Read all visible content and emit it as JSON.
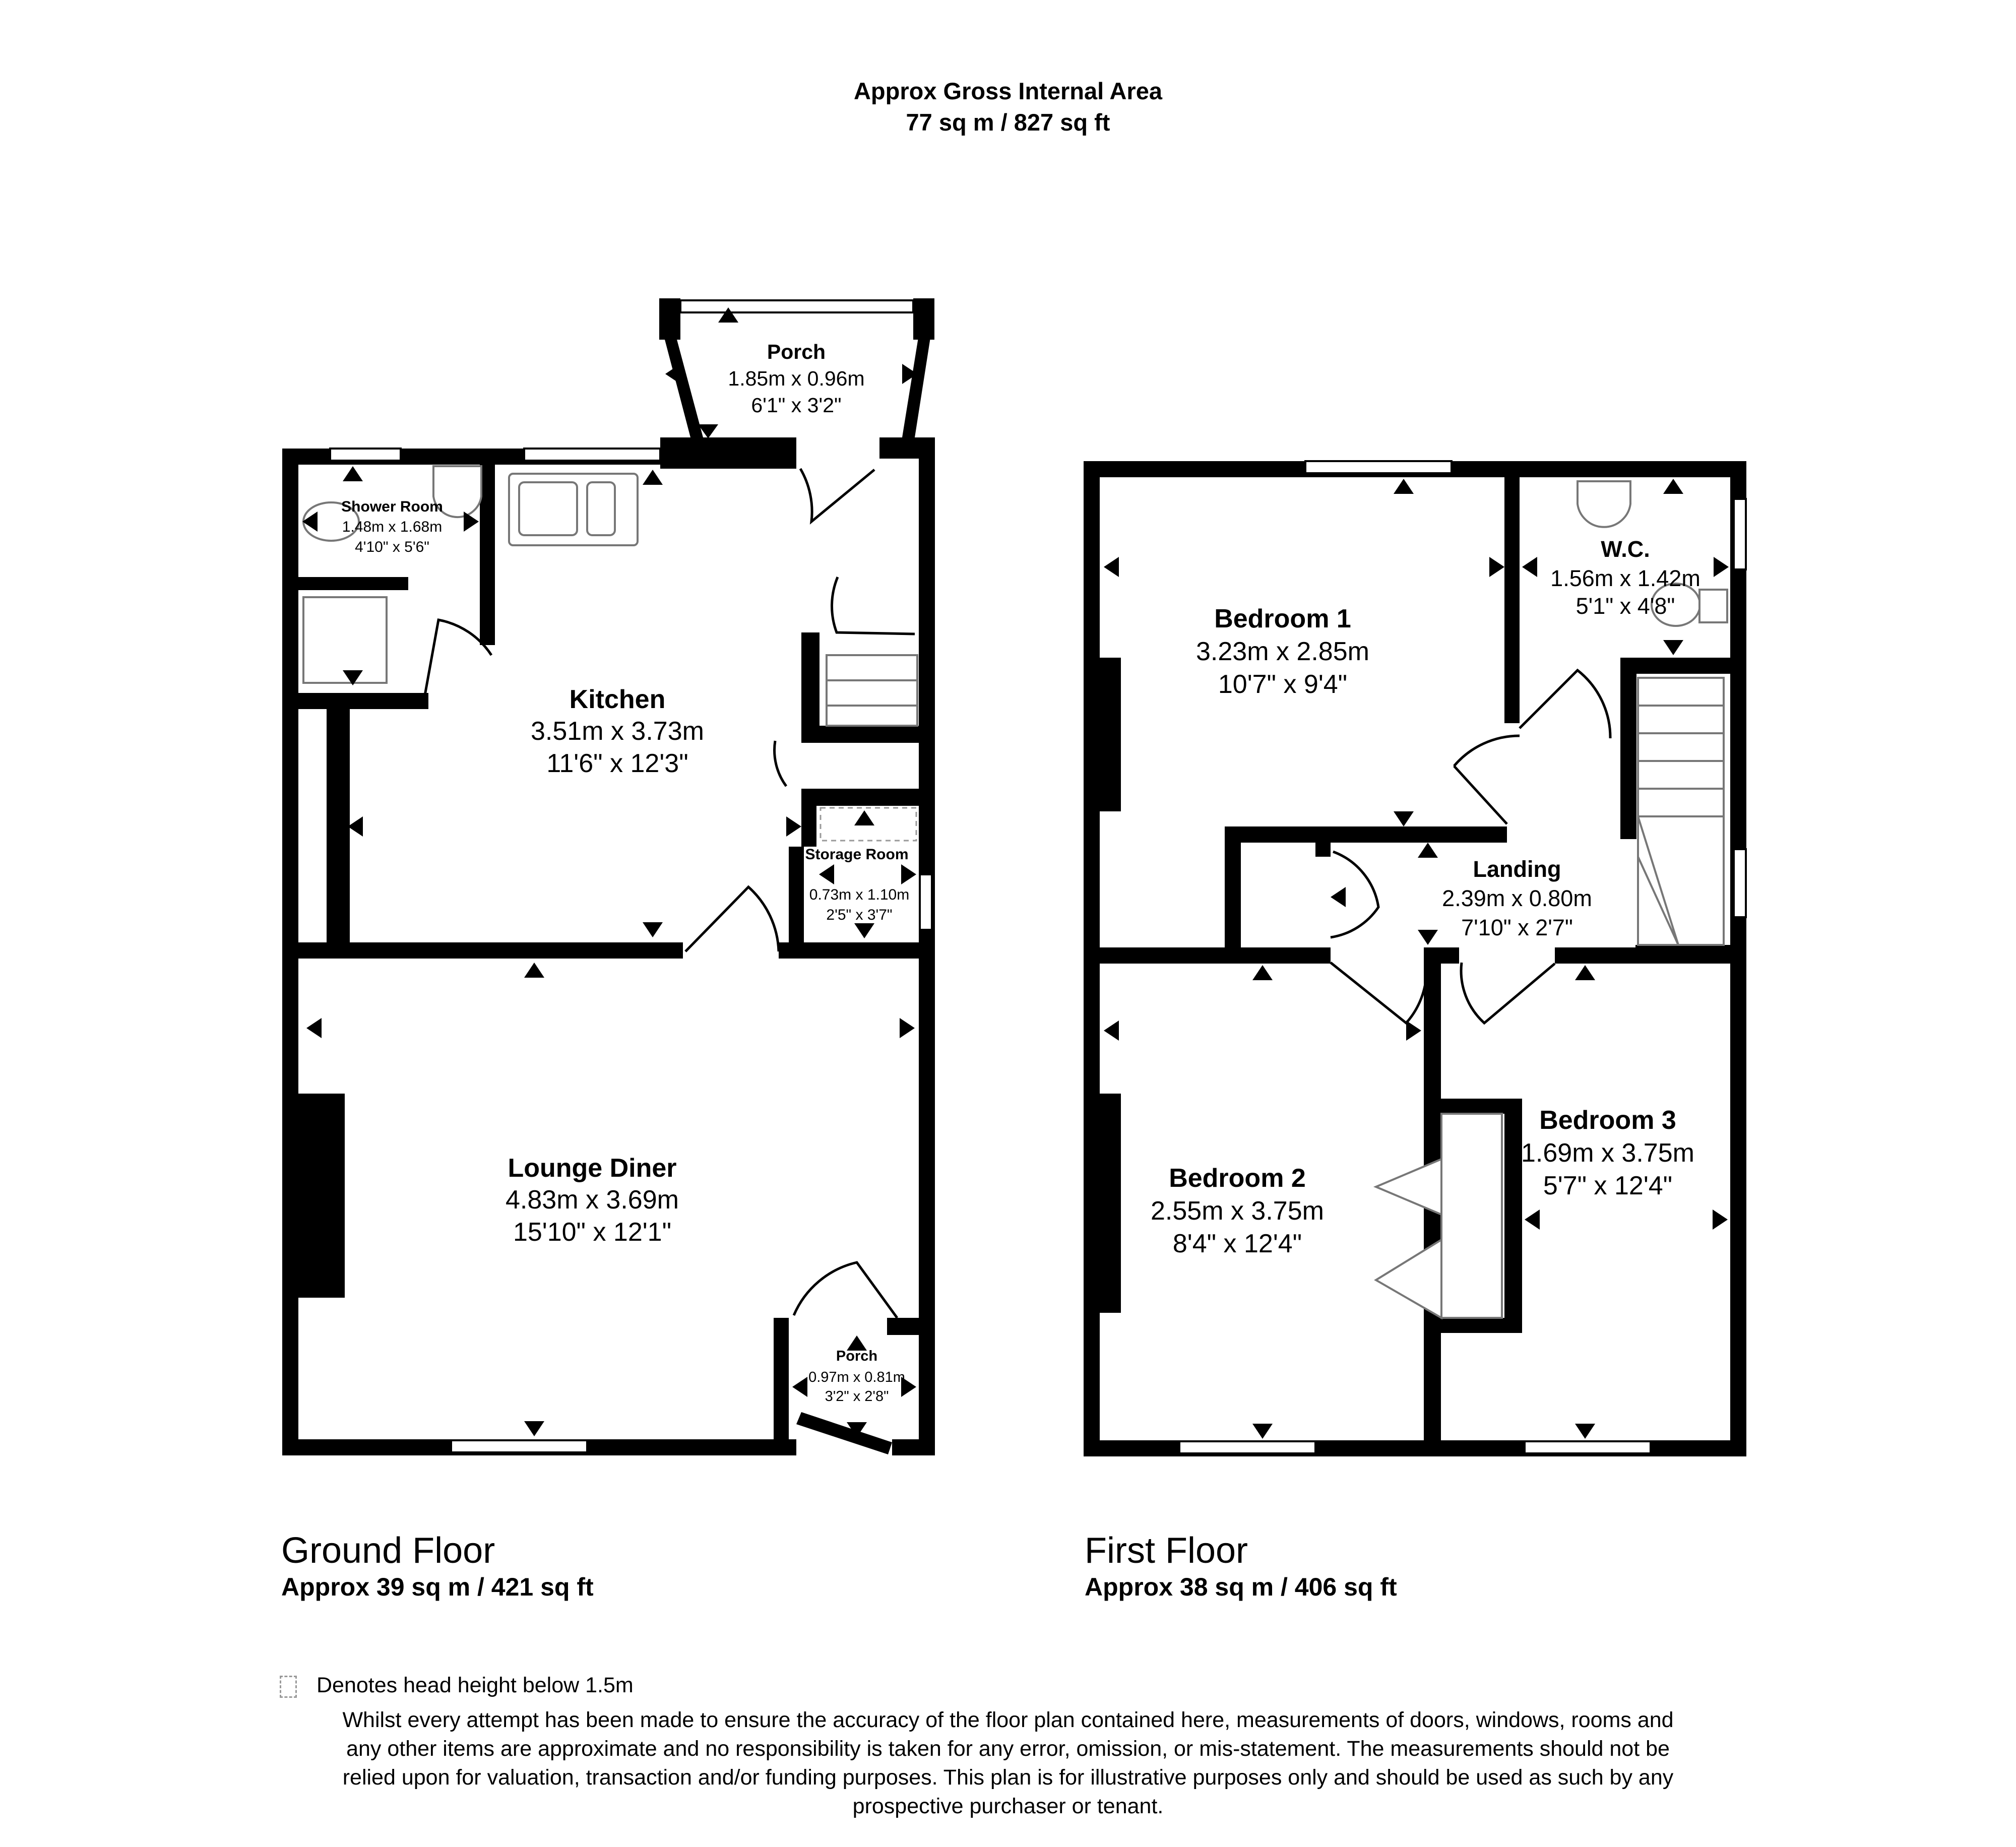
{
  "header": {
    "title": "Approx Gross Internal Area",
    "area": "77 sq m / 827 sq ft"
  },
  "floors": {
    "ground": {
      "title": "Ground Floor",
      "area": "Approx 39 sq m / 421 sq ft"
    },
    "first": {
      "title": "First Floor",
      "area": "Approx 38 sq m / 406 sq ft"
    }
  },
  "rooms": {
    "porch_front": {
      "name": "Porch",
      "metric": "1.85m x 0.96m",
      "imperial": "6'1\" x 3'2\""
    },
    "shower_room": {
      "name": "Shower Room",
      "metric": "1.48m x 1.68m",
      "imperial": "4'10\" x 5'6\""
    },
    "kitchen": {
      "name": "Kitchen",
      "metric": "3.51m x 3.73m",
      "imperial": "11'6\" x 12'3\""
    },
    "storage_room": {
      "name": "Storage Room",
      "metric": "0.73m x 1.10m",
      "imperial": "2'5\" x 3'7\""
    },
    "lounge_diner": {
      "name": "Lounge Diner",
      "metric": "4.83m x 3.69m",
      "imperial": "15'10\" x 12'1\""
    },
    "porch_rear": {
      "name": "Porch",
      "metric": "0.97m x 0.81m",
      "imperial": "3'2\" x 2'8\""
    },
    "bedroom1": {
      "name": "Bedroom 1",
      "metric": "3.23m x 2.85m",
      "imperial": "10'7\" x 9'4\""
    },
    "wc": {
      "name": "W.C.",
      "metric": "1.56m x 1.42m",
      "imperial": "5'1\" x 4'8\""
    },
    "landing": {
      "name": "Landing",
      "metric": "2.39m x 0.80m",
      "imperial": "7'10\" x 2'7\""
    },
    "bedroom2": {
      "name": "Bedroom 2",
      "metric": "2.55m x 3.75m",
      "imperial": "8'4\" x 12'4\""
    },
    "bedroom3": {
      "name": "Bedroom 3",
      "metric": "1.69m x 3.75m",
      "imperial": "5'7\" x 12'4\""
    }
  },
  "legend": {
    "text": "Denotes head height below 1.5m"
  },
  "disclaimer": {
    "lines": [
      "Whilst every attempt has been made to ensure the accuracy of the floor plan contained here, measurements of doors, windows, rooms and",
      "any other items are approximate and no responsibility is taken for any error, omission, or mis-statement. The measurements should not be",
      "relied upon for valuation, transaction and/or funding purposes. This plan is for illustrative purposes only and should be used as such by any",
      "prospective purchaser or tenant."
    ]
  }
}
